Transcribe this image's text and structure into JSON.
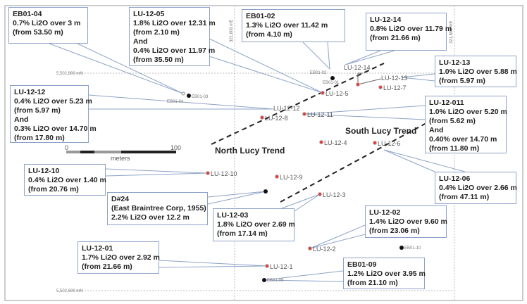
{
  "grid": {
    "north_top": "5,502,800 mN",
    "north_bottom": "5,502,600 mN",
    "east_left": "321,600 mE",
    "east_right": "321,800 mE"
  },
  "scale": {
    "start": "0",
    "end": "100",
    "unit": "meters"
  },
  "trends": {
    "north": "North Lucy Trend",
    "south": "South Lucy Trend"
  },
  "holes": {
    "eb01_03": "EB01-03",
    "eb01_04": "EB01-04",
    "eb01_02": "EB01-02",
    "eb01_01": "EB01-01",
    "lu5": "LU-12-5",
    "lu14": "LU-12-14",
    "lu13": "LU-12-13",
    "lu7": "LU-12-7",
    "lu12": "LU-12-12",
    "lu8": "LU-12-8",
    "lu11": "LU-12-11",
    "lu4": "LU-12-4",
    "lu6": "LU-12-6",
    "lu10": "LU-12-10",
    "lu9": "LU-12-9",
    "lu3": "LU-12-3",
    "lu2": "LU-12-2",
    "eb01_10": "EB01-10",
    "lu1": "LU-12-1",
    "eb01_09": "EB01-09"
  },
  "callouts": {
    "eb01_04": [
      "EB01-04",
      "0.7% Li2O over 3 m",
      "(from 53.50 m)"
    ],
    "lu05": [
      "LU-12-05",
      "1.8% Li2O over 12.31 m",
      "(from 2.10 m)",
      "And",
      "0.4% Li2O over 11.97 m",
      "(from 35.50 m)"
    ],
    "eb01_02": [
      "EB01-02",
      "1.3% Li2O over 11.42 m",
      "(from 4.10 m)"
    ],
    "lu14": [
      "LU-12-14",
      "0.8% Li2O over 11.79 m",
      "(from 21.66 m)"
    ],
    "lu13": [
      "LU-12-13",
      "1.0% Li2O over 5.88 m",
      "(from 5.97 m)"
    ],
    "lu12": [
      "LU-12-12",
      "0.4% Li2O over 5.23 m",
      "(from 5.97 m)",
      "And",
      "0.3% Li2O over 14.70 m",
      "(from 17.80 m)"
    ],
    "lu011": [
      "LU-12-011",
      "1.0% Li2O over 5.20 m",
      "(from 5.62 m)",
      "And",
      "0.40% over 14.70 m",
      "(from 11.80 m)"
    ],
    "lu10": [
      "LU-12-10",
      "0.4% Li2O over 1.40 m",
      "(from 20.76 m)"
    ],
    "d24": [
      "D#24",
      "(East Braintree Corp, 1955)",
      "2.2% Li2O over 12.2 m"
    ],
    "lu03": [
      "LU-12-03",
      "1.8% Li2O over 2.69 m",
      "(from 17.14 m)"
    ],
    "lu01": [
      "LU-12-01",
      "1.7% Li2O over 2.92 m",
      "(from 21.66 m)"
    ],
    "lu06": [
      "LU-12-06",
      "0.4% Li2O over 2.66 m",
      "(from 47.11 m)"
    ],
    "lu02": [
      "LU-12-02",
      "1.4% Li2O over 9.60 m",
      "(from 23.06 m)"
    ],
    "eb01_09": [
      "EB01-09",
      "1.2% Li2O over 3.95 m",
      "(from 21.10 m)"
    ]
  },
  "colors": {
    "drill_red": "#e53935",
    "leader": "#8ea3c8"
  }
}
